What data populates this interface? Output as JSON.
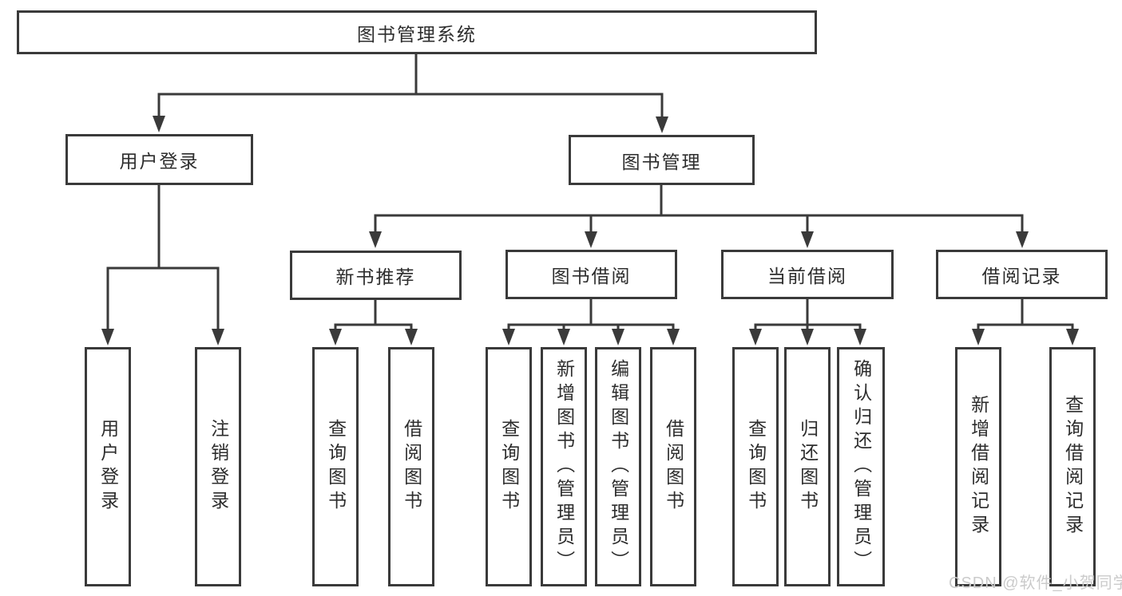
{
  "tree": {
    "root": {
      "label": "图书管理系统"
    },
    "level1": [
      {
        "label": "用户登录",
        "children": [
          {
            "label": "用户登录"
          },
          {
            "label": "注销登录"
          }
        ]
      },
      {
        "label": "图书管理",
        "children": [
          {
            "label": "新书推荐",
            "children": [
              {
                "label": "查询图书"
              },
              {
                "label": "借阅图书"
              }
            ]
          },
          {
            "label": "图书借阅",
            "children": [
              {
                "label": "查询图书"
              },
              {
                "label": "新增图书（管理员）"
              },
              {
                "label": "编辑图书（管理员）"
              },
              {
                "label": "借阅图书"
              }
            ]
          },
          {
            "label": "当前借阅",
            "children": [
              {
                "label": "查询图书"
              },
              {
                "label": "归还图书"
              },
              {
                "label": "确认归还（管理员）"
              }
            ]
          },
          {
            "label": "借阅记录",
            "children": [
              {
                "label": "新增借阅记录"
              },
              {
                "label": "查询借阅记录"
              }
            ]
          }
        ]
      }
    ]
  },
  "watermark": {
    "text": "CSDN @软件_小贺同学"
  },
  "colors": {
    "box_border": "#3a3a3a",
    "connector_line": "#3a3a3a",
    "text": "#2d2d2d",
    "watermark": "#cbcbcb",
    "background": "#ffffff"
  }
}
